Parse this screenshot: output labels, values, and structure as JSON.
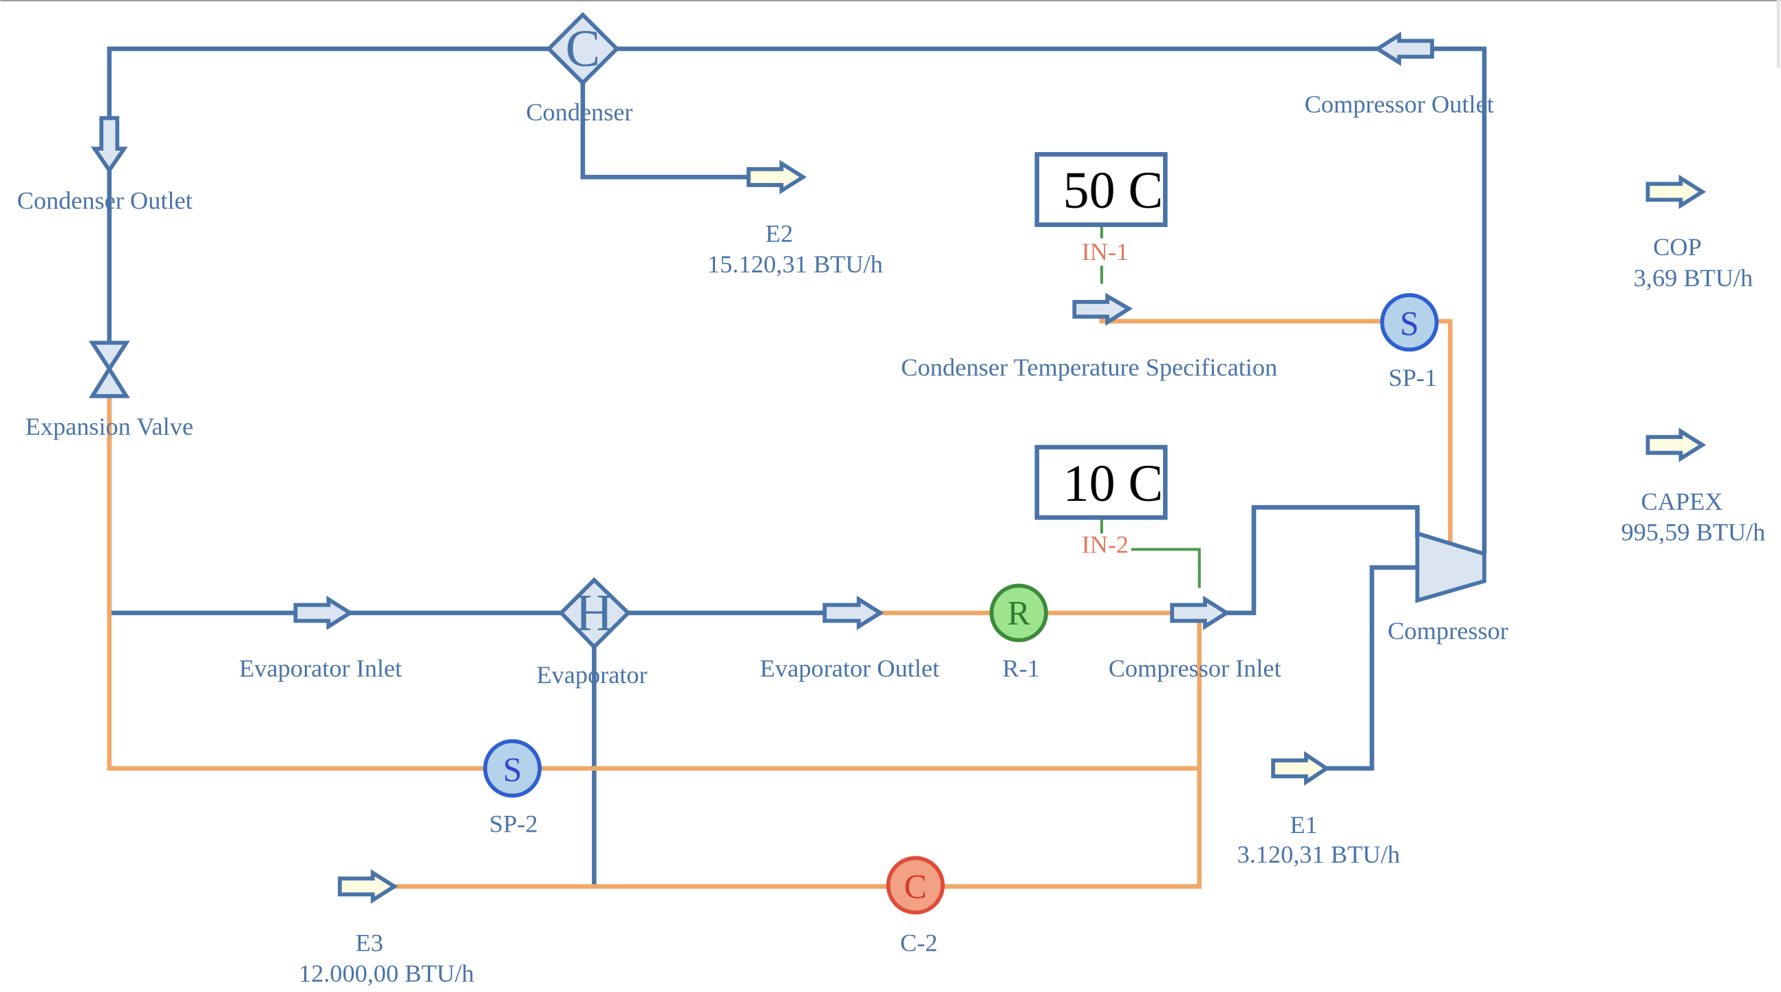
{
  "nodes": {
    "condenser": {
      "symbol": "C",
      "label": "Condenser"
    },
    "condenser_outlet": {
      "label": "Condenser Outlet"
    },
    "expansion_valve": {
      "label": "Expansion Valve"
    },
    "evaporator_inlet": {
      "label": "Evaporator Inlet"
    },
    "evaporator": {
      "symbol": "H",
      "label": "Evaporator"
    },
    "evaporator_outlet": {
      "label": "Evaporator Outlet"
    },
    "r1": {
      "symbol": "R",
      "label": "R-1"
    },
    "compressor_inlet": {
      "label": "Compressor Inlet"
    },
    "compressor": {
      "label": "Compressor"
    },
    "compressor_outlet": {
      "label": "Compressor Outlet"
    },
    "condenser_temp_spec": {
      "label": "Condenser Temperature Specification"
    },
    "sp1": {
      "symbol": "S",
      "label": "SP-1"
    },
    "sp2": {
      "symbol": "S",
      "label": "SP-2"
    },
    "c2": {
      "symbol": "C",
      "label": "C-2"
    }
  },
  "inputs": {
    "in1": {
      "value": "50 C",
      "label": "IN-1"
    },
    "in2": {
      "value": "10 C",
      "label": "IN-2"
    }
  },
  "energy_streams": {
    "e1": {
      "name": "E1",
      "value": "3.120,31 BTU/h"
    },
    "e2": {
      "name": "E2",
      "value": "15.120,31 BTU/h"
    },
    "e3": {
      "name": "E3",
      "value": "12.000,00 BTU/h"
    },
    "cop": {
      "name": "COP",
      "value": "3,69 BTU/h"
    },
    "capex": {
      "name": "CAPEX",
      "value": "995,59 BTU/h"
    }
  },
  "colors": {
    "material_stream": "#4a74a8",
    "energy_stream": "#f0a868",
    "signal_line": "#4f9a4f",
    "label_text": "#4a74a8",
    "input_label": "#e07a5f"
  }
}
